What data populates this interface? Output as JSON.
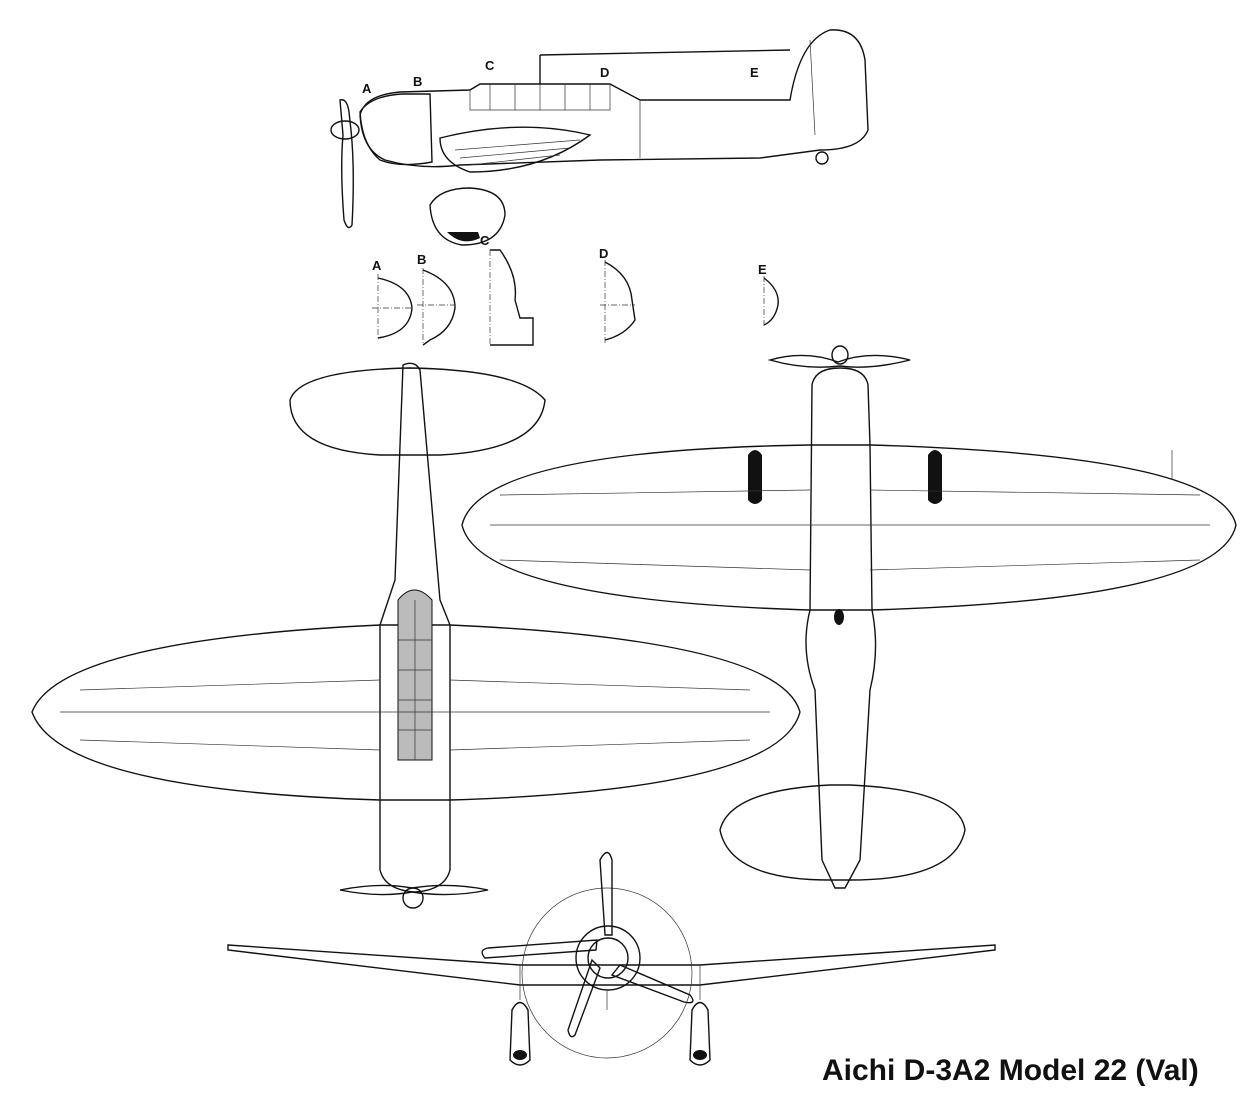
{
  "title": "Aichi D-3A2 Model 22 (Val)",
  "side_view": {
    "station_labels": [
      "A",
      "B",
      "C",
      "D",
      "E"
    ]
  },
  "cross_sections": {
    "labels": [
      "A",
      "B",
      "C",
      "D",
      "E"
    ]
  }
}
